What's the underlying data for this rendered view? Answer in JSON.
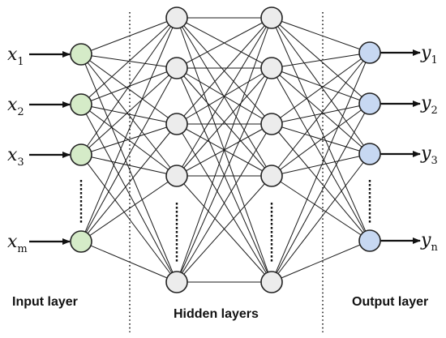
{
  "inputs": [
    {
      "symbol": "x",
      "subscript": "1"
    },
    {
      "symbol": "x",
      "subscript": "2"
    },
    {
      "symbol": "x",
      "subscript": "3"
    },
    {
      "symbol": "x",
      "subscript": "m"
    }
  ],
  "outputs": [
    {
      "symbol": "y",
      "subscript": "1"
    },
    {
      "symbol": "y",
      "subscript": "2"
    },
    {
      "symbol": "y",
      "subscript": "3"
    },
    {
      "symbol": "y",
      "subscript": "n"
    }
  ],
  "labels": {
    "input_layer": "Input layer",
    "hidden_layers": "Hidden layers",
    "output_layer": "Output layer"
  },
  "colors": {
    "input_node": "#d5ebc8",
    "hidden_node": "#ececec",
    "output_node": "#c7d8f2",
    "stroke": "#222222"
  }
}
